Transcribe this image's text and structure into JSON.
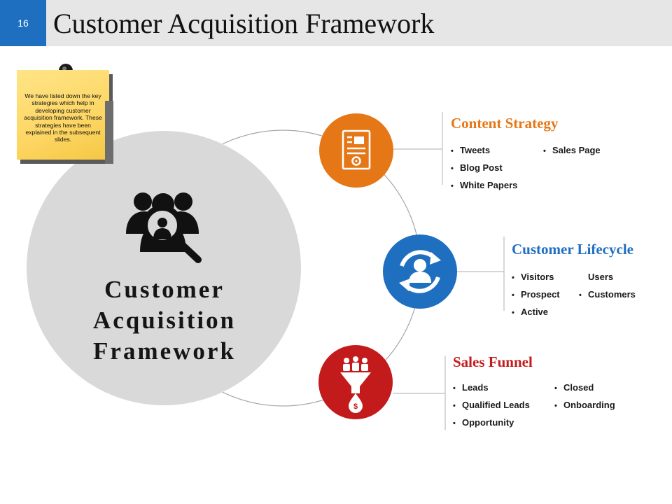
{
  "header": {
    "slide_number": "16",
    "title": "Customer Acquisition Framework"
  },
  "sticky_note": {
    "text": "We have listed down the key strategies which help in developing customer acquisition framework. These strategies have been explained in the subsequent slides."
  },
  "center": {
    "label_lines": [
      "Customer",
      "Acquisition",
      "Framework"
    ],
    "icon": "people-search-icon"
  },
  "colors": {
    "header_bar": "#e6e6e6",
    "slide_badge": "#1f6fc1",
    "center_circle": "#d9d9d9",
    "content_strategy": "#e57716",
    "customer_lifecycle": "#1f6fc1",
    "sales_funnel": "#c31b1b",
    "sticky_note": "#fdd664"
  },
  "sections": {
    "content_strategy": {
      "heading": "Content Strategy",
      "icon": "document-gear-icon",
      "col1": [
        "Tweets",
        "Blog Post",
        "White Papers"
      ],
      "col2": [
        "Sales Page"
      ]
    },
    "customer_lifecycle": {
      "heading": "Customer Lifecycle",
      "icon": "user-cycle-icon",
      "col1": [
        "Visitors",
        "Prospect",
        "Active"
      ],
      "col2": [
        "Users",
        "Customers"
      ],
      "col2_bulleted": [
        false,
        true
      ]
    },
    "sales_funnel": {
      "heading": "Sales Funnel",
      "icon": "funnel-dollar-icon",
      "col1": [
        "Leads",
        "Qualified Leads",
        "Opportunity"
      ],
      "col2": [
        "Closed",
        "Onboarding"
      ]
    }
  }
}
